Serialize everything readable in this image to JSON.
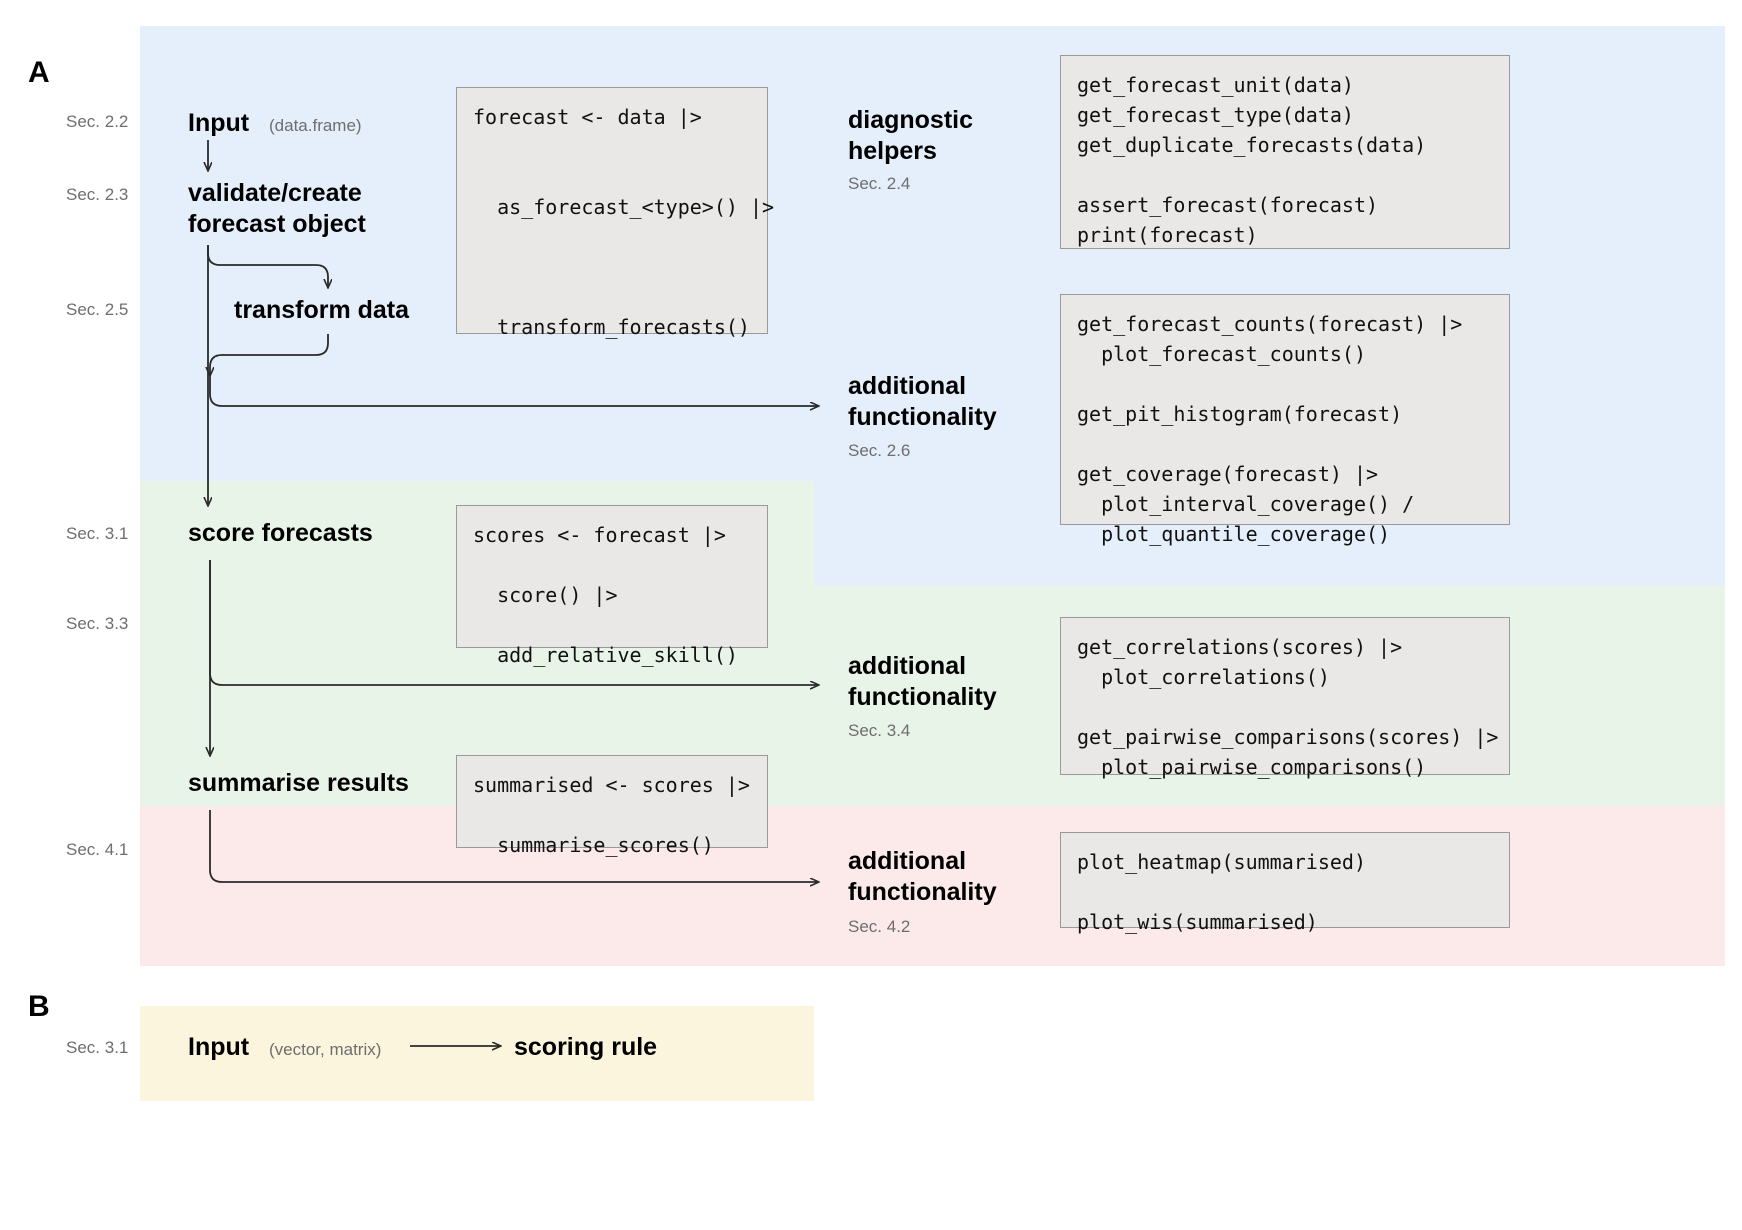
{
  "panels": {
    "a_letter": "A",
    "b_letter": "B"
  },
  "section_labels": {
    "s22": "Sec. 2.2",
    "s23": "Sec. 2.3",
    "s25": "Sec. 2.5",
    "s31": "Sec. 3.1",
    "s33": "Sec. 3.3",
    "s41": "Sec. 4.1",
    "b_s31": "Sec. 3.1"
  },
  "nodes": {
    "input": "Input",
    "input_sub": "(data.frame)",
    "validate": "validate/create\nforecast object",
    "transform": "transform data",
    "score": "score forecasts",
    "summarise": "summarise results",
    "diagnostic_helpers": "diagnostic\nhelpers",
    "diagnostic_helpers_sec": "Sec. 2.4",
    "additional_1": "additional\nfunctionality",
    "additional_1_sec": "Sec. 2.6",
    "additional_2": "additional\nfunctionality",
    "additional_2_sec": "Sec. 3.4",
    "additional_3": "additional\nfunctionality",
    "additional_3_sec": "Sec. 4.2",
    "b_input": "Input",
    "b_input_sub": "(vector, matrix)",
    "b_scoring_rule": "scoring rule"
  },
  "code": {
    "pipeline_forecast": "forecast <- data |>\n\n\n  as_forecast_<type>() |>\n\n\n\n  transform_forecasts()",
    "pipeline_score": "scores <- forecast |>\n\n  score() |>\n\n  add_relative_skill()",
    "pipeline_summarise": "summarised <- scores |>\n\n  summarise_scores()",
    "diagnostics": "get_forecast_unit(data)\nget_forecast_type(data)\nget_duplicate_forecasts(data)\n\nassert_forecast(forecast)\nprint(forecast)",
    "additional_sec26": "get_forecast_counts(forecast) |>\n  plot_forecast_counts()\n\nget_pit_histogram(forecast)\n\nget_coverage(forecast) |>\n  plot_interval_coverage() /\n  plot_quantile_coverage()",
    "additional_sec34": "get_correlations(scores) |>\n  plot_correlations()\n\nget_pairwise_comparisons(scores) |>\n  plot_pairwise_comparisons()",
    "additional_sec42": "plot_heatmap(summarised)\n\nplot_wis(summarised)"
  },
  "colors": {
    "band_blue": "#e5effb",
    "band_green": "#e9f4e9",
    "band_pink": "#fceaea",
    "band_yellow": "#fbf5dd",
    "code_bg": "#e9e8e6",
    "code_border": "#9a9a9a",
    "arrow": "#2a2a2a",
    "muted_text": "#6e6e6e"
  }
}
